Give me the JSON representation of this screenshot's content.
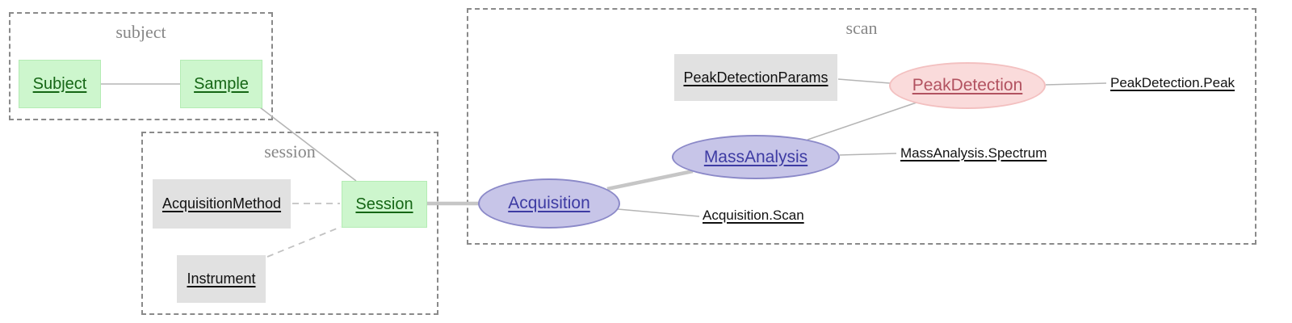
{
  "clusters": {
    "subject": {
      "label": "subject"
    },
    "session": {
      "label": "session"
    },
    "scan": {
      "label": "scan"
    }
  },
  "nodes": {
    "subject": {
      "label": "Subject",
      "type": "manual"
    },
    "sample": {
      "label": "Sample",
      "type": "manual"
    },
    "acquisition_method": {
      "label": "AcquisitionMethod",
      "type": "lookup"
    },
    "session": {
      "label": "Session",
      "type": "manual"
    },
    "instrument": {
      "label": "Instrument",
      "type": "lookup"
    },
    "peak_detection_params": {
      "label": "PeakDetectionParams",
      "type": "lookup"
    },
    "acquisition": {
      "label": "Acquisition",
      "type": "imported"
    },
    "mass_analysis": {
      "label": "MassAnalysis",
      "type": "imported"
    },
    "peak_detection": {
      "label": "PeakDetection",
      "type": "computed"
    },
    "acquisition_scan": {
      "label": "Acquisition.Scan",
      "type": "part"
    },
    "mass_analysis_spectrum": {
      "label": "MassAnalysis.Spectrum",
      "type": "part"
    },
    "peak_detection_peak": {
      "label": "PeakDetection.Peak",
      "type": "part"
    }
  },
  "edges": [
    {
      "from": "Subject",
      "to": "Sample",
      "style": "solid-thin"
    },
    {
      "from": "Sample",
      "to": "Session",
      "style": "solid-thin"
    },
    {
      "from": "AcquisitionMethod",
      "to": "Session",
      "style": "dashed"
    },
    {
      "from": "Instrument",
      "to": "Session",
      "style": "dashed"
    },
    {
      "from": "Session",
      "to": "Acquisition",
      "style": "solid-thick"
    },
    {
      "from": "Acquisition",
      "to": "MassAnalysis",
      "style": "solid-thick"
    },
    {
      "from": "Acquisition",
      "to": "Acquisition.Scan",
      "style": "solid-thin"
    },
    {
      "from": "MassAnalysis",
      "to": "MassAnalysis.Spectrum",
      "style": "solid-thin"
    },
    {
      "from": "MassAnalysis",
      "to": "PeakDetection",
      "style": "solid-thin"
    },
    {
      "from": "PeakDetectionParams",
      "to": "PeakDetection",
      "style": "solid-thin"
    },
    {
      "from": "PeakDetection",
      "to": "PeakDetection.Peak",
      "style": "solid-thin"
    }
  ],
  "colors": {
    "background": "#ffffff",
    "cluster_border": "#8a8a8a",
    "cluster_label": "#878787",
    "manual_fill": "#cdf6cd",
    "manual_border": "#b4ecb4",
    "manual_text": "#156615",
    "lookup_fill": "#e1e1e1",
    "lookup_text": "#111111",
    "imported_fill": "#c7c5e8",
    "imported_border": "#8b89c8",
    "imported_text": "#3d3ba3",
    "computed_fill": "#fadbdb",
    "computed_border": "#f3c0c0",
    "computed_text": "#b25260",
    "part_text": "#111111",
    "edge_thin": "#b5b5b5",
    "edge_thick": "#c6c6c6",
    "edge_dashed": "#c2c2c2"
  }
}
